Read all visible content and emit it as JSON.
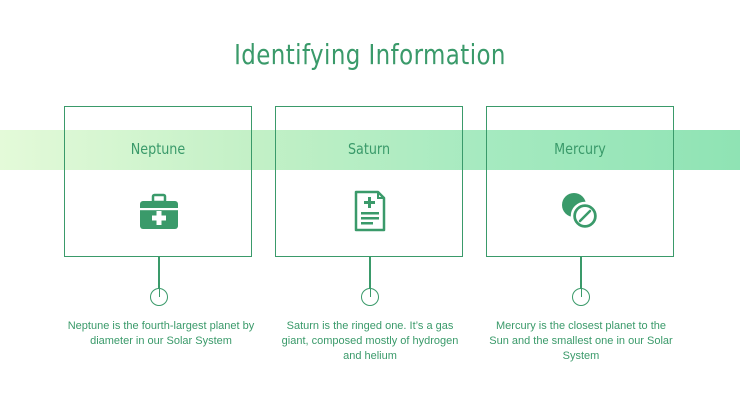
{
  "title": "Identifying Information",
  "colors": {
    "accent": "#3a9a6a",
    "band_start": "#e4fad9",
    "band_end": "#8fe3b4"
  },
  "cards": [
    {
      "label": "Neptune",
      "icon": "first-aid-kit-icon",
      "description": "Neptune is the fourth-largest planet by diameter in our Solar System"
    },
    {
      "label": "Saturn",
      "icon": "medical-document-icon",
      "description": "Saturn is the ringed one. It’s a gas giant, composed mostly of hydrogen and helium"
    },
    {
      "label": "Mercury",
      "icon": "pills-icon",
      "description": "Mercury is the closest planet to the Sun and the smallest one in our Solar System"
    }
  ]
}
